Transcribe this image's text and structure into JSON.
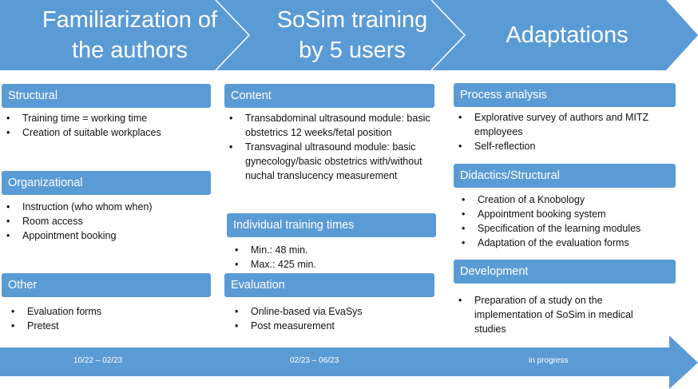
{
  "colors": {
    "accent": "#5b9bd5",
    "text_on_accent": "#ffffff"
  },
  "phases": [
    {
      "title_line1": "Familiarization of",
      "title_line2": "the authors"
    },
    {
      "title_line1": "SoSim training",
      "title_line2": "by 5 users"
    },
    {
      "title_line1": "Adaptations",
      "title_line2": ""
    }
  ],
  "col1": {
    "structural": {
      "header": "Structural",
      "items": [
        "Training time = working time",
        "Creation of suitable workplaces"
      ]
    },
    "organizational": {
      "header": "Organizational",
      "items": [
        "Instruction (who whom when)",
        "Room access",
        "Appointment booking"
      ]
    },
    "other": {
      "header": "Other",
      "items": [
        "Evaluation forms",
        "Pretest"
      ]
    }
  },
  "col2": {
    "content": {
      "header": "Content",
      "items": [
        "Transabdominal ultrasound module: basic obstetrics 12 weeks/fetal position",
        "Transvaginal ultrasound module: basic gynecology/basic obstetrics with/without nuchal translucency measurement"
      ]
    },
    "training_times": {
      "header": "Individual training times",
      "items": [
        "Min.: 48 min.",
        "Max.: 425 min."
      ]
    },
    "evaluation": {
      "header": "Evaluation",
      "items": [
        "Online-based via EvaSys",
        "Post measurement"
      ]
    }
  },
  "col3": {
    "process_analysis": {
      "header": "Process analysis",
      "items": [
        "Explorative survey of authors and MITZ employees",
        "Self-reflection"
      ]
    },
    "didactics": {
      "header": "Didactics/Structural",
      "items": [
        "Creation of a Knobology",
        "Appointment booking system",
        "Specification of the learning modules",
        "Adaptation of the evaluation forms"
      ]
    },
    "development": {
      "header": "Development",
      "items": [
        "Preparation of a study on the implementation of SoSim in medical studies"
      ]
    }
  },
  "timeline": {
    "dates": [
      "10/22 – 02/23",
      "02/23 – 06/23",
      "in progress"
    ]
  }
}
